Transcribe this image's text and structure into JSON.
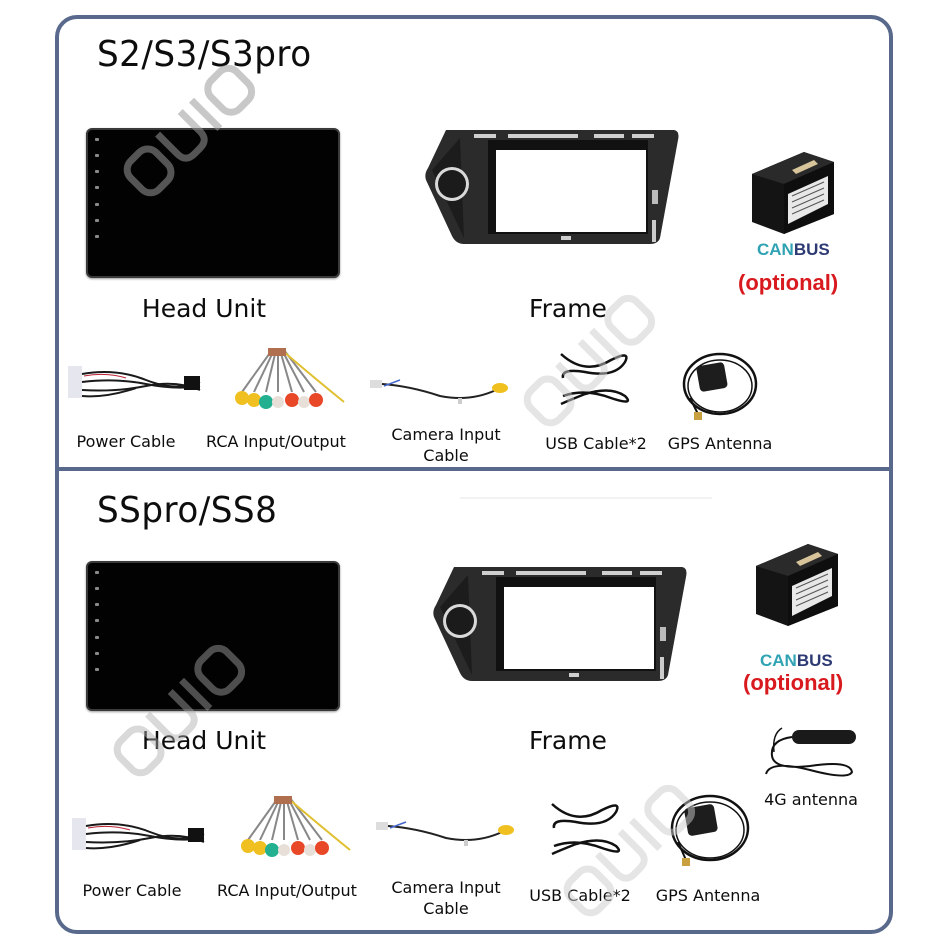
{
  "colors": {
    "border": "#58698c",
    "canbus_can": "#2fa3b3",
    "canbus_bus": "#2e3a73",
    "optional": "#d81a1f"
  },
  "watermark": "OUIO",
  "sections": [
    {
      "title": "S2/S3/S3pro",
      "head_unit_label": "Head Unit",
      "frame_label": "Frame",
      "canbus": {
        "can": "CAN",
        "bus": "BUS",
        "optional": "(optional)"
      },
      "accessories": [
        {
          "label": "Power Cable",
          "icon": "power-cable-icon"
        },
        {
          "label": "RCA Input/Output",
          "icon": "rca-cable-icon"
        },
        {
          "label_line1": "Camera Input",
          "label_line2": "Cable",
          "icon": "camera-cable-icon"
        },
        {
          "label": "USB Cable*2",
          "icon": "usb-cable-icon"
        },
        {
          "label": "GPS Antenna",
          "icon": "gps-antenna-icon"
        }
      ]
    },
    {
      "title": "SSpro/SS8",
      "head_unit_label": "Head Unit",
      "frame_label": "Frame",
      "canbus": {
        "can": "CAN",
        "bus": "BUS",
        "optional": "(optional)"
      },
      "extra": {
        "label": "4G antenna",
        "icon": "4g-antenna-icon"
      },
      "accessories": [
        {
          "label": "Power Cable",
          "icon": "power-cable-icon"
        },
        {
          "label": "RCA Input/Output",
          "icon": "rca-cable-icon"
        },
        {
          "label_line1": "Camera Input",
          "label_line2": "Cable",
          "icon": "camera-cable-icon"
        },
        {
          "label": "USB Cable*2",
          "icon": "usb-cable-icon"
        },
        {
          "label": "GPS Antenna",
          "icon": "gps-antenna-icon"
        }
      ]
    }
  ]
}
